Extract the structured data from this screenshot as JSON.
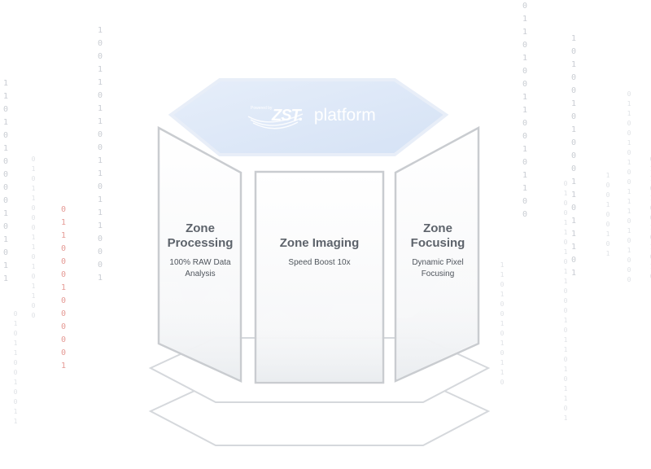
{
  "background": {
    "binary_columns": [
      {
        "digits": "1101010000101011",
        "style": "normal"
      },
      {
        "digits": "01011000110101100",
        "style": "faint"
      },
      {
        "digits": "10011011001101110001",
        "style": "normal"
      },
      {
        "digits": "0110001000001",
        "style": "red"
      },
      {
        "digits": "01101001100101100",
        "style": "normal"
      },
      {
        "digits": "1010010100011011101",
        "style": "normal"
      },
      {
        "digits": "010110010011",
        "style": "faint"
      },
      {
        "digits": "01100101001110101000",
        "style": "faint"
      },
      {
        "digits": "1101001010110",
        "style": "faint"
      },
      {
        "digits": "100100101",
        "style": "faint"
      },
      {
        "digits": "0100110101100010110101101",
        "style": "faint"
      },
      {
        "digits": "0110100101010",
        "style": "faint"
      }
    ],
    "accent_color": "#dbe6f6"
  },
  "logo": {
    "powered_text": "Powered by",
    "brand": "ZST.",
    "product": "platform"
  },
  "panels": {
    "left": {
      "title": "Zone Processing",
      "subtitle": "100% RAW Data Analysis"
    },
    "center": {
      "title": "Zone Imaging",
      "subtitle": "Speed Boost 10x"
    },
    "right": {
      "title": "Zone Focusing",
      "subtitle": "Dynamic Pixel Focusing"
    }
  }
}
